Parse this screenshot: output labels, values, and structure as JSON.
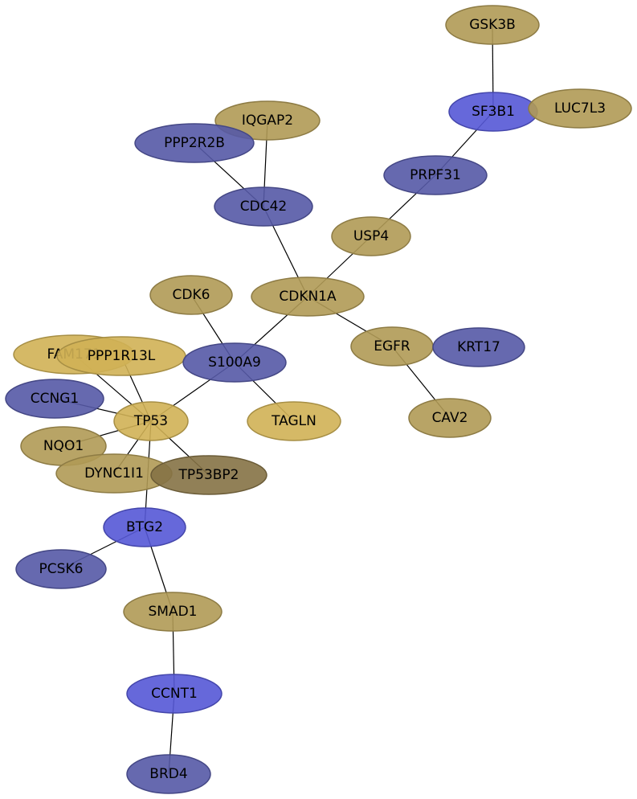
{
  "network": {
    "colors": {
      "tan": "#B09A55",
      "gold": "#D0B155",
      "darkblue": "#5559A6",
      "blue": "#5558D6",
      "olive": "#857245"
    },
    "nodes": [
      {
        "id": "GSK3B",
        "label": "GSK3B",
        "color": "tan"
      },
      {
        "id": "SF3B1",
        "label": "SF3B1",
        "color": "blue"
      },
      {
        "id": "LUC7L3",
        "label": "LUC7L3",
        "color": "tan"
      },
      {
        "id": "IQGAP2",
        "label": "IQGAP2",
        "color": "tan"
      },
      {
        "id": "PPP2R2B",
        "label": "PPP2R2B",
        "color": "darkblue"
      },
      {
        "id": "PRPF31",
        "label": "PRPF31",
        "color": "darkblue"
      },
      {
        "id": "CDC42",
        "label": "CDC42",
        "color": "darkblue"
      },
      {
        "id": "USP4",
        "label": "USP4",
        "color": "tan"
      },
      {
        "id": "CDK6",
        "label": "CDK6",
        "color": "tan"
      },
      {
        "id": "CDKN1A",
        "label": "CDKN1A",
        "color": "tan"
      },
      {
        "id": "FAM171",
        "label": "FAM171",
        "color": "gold"
      },
      {
        "id": "PPP1R13L",
        "label": "PPP1R13L",
        "color": "gold"
      },
      {
        "id": "S100A9",
        "label": "S100A9",
        "color": "darkblue"
      },
      {
        "id": "EGFR",
        "label": "EGFR",
        "color": "tan"
      },
      {
        "id": "KRT17",
        "label": "KRT17",
        "color": "darkblue"
      },
      {
        "id": "CCNG1",
        "label": "CCNG1",
        "color": "darkblue"
      },
      {
        "id": "TP53",
        "label": "TP53",
        "color": "gold"
      },
      {
        "id": "TAGLN",
        "label": "TAGLN",
        "color": "gold"
      },
      {
        "id": "CAV2",
        "label": "CAV2",
        "color": "tan"
      },
      {
        "id": "NQO1",
        "label": "NQO1",
        "color": "tan"
      },
      {
        "id": "DYNC1I1",
        "label": "DYNC1I1",
        "color": "tan"
      },
      {
        "id": "TP53BP2",
        "label": "TP53BP2",
        "color": "olive"
      },
      {
        "id": "BTG2",
        "label": "BTG2",
        "color": "blue"
      },
      {
        "id": "PCSK6",
        "label": "PCSK6",
        "color": "darkblue"
      },
      {
        "id": "SMAD1",
        "label": "SMAD1",
        "color": "tan"
      },
      {
        "id": "CCNT1",
        "label": "CCNT1",
        "color": "blue"
      },
      {
        "id": "BRD4",
        "label": "BRD4",
        "color": "darkblue"
      }
    ],
    "edges": [
      [
        "GSK3B",
        "SF3B1"
      ],
      [
        "SF3B1",
        "PRPF31"
      ],
      [
        "PRPF31",
        "USP4"
      ],
      [
        "USP4",
        "CDKN1A"
      ],
      [
        "IQGAP2",
        "CDC42"
      ],
      [
        "PPP2R2B",
        "CDC42"
      ],
      [
        "CDC42",
        "CDKN1A"
      ],
      [
        "CDK6",
        "S100A9"
      ],
      [
        "CDKN1A",
        "S100A9"
      ],
      [
        "CDKN1A",
        "EGFR"
      ],
      [
        "EGFR",
        "CAV2"
      ],
      [
        "S100A9",
        "TP53"
      ],
      [
        "S100A9",
        "TAGLN"
      ],
      [
        "FAM171",
        "TP53"
      ],
      [
        "PPP1R13L",
        "TP53"
      ],
      [
        "CCNG1",
        "TP53"
      ],
      [
        "NQO1",
        "TP53"
      ],
      [
        "DYNC1I1",
        "TP53"
      ],
      [
        "TP53BP2",
        "TP53"
      ],
      [
        "TP53",
        "BTG2"
      ],
      [
        "BTG2",
        "PCSK6"
      ],
      [
        "BTG2",
        "SMAD1"
      ],
      [
        "SMAD1",
        "CCNT1"
      ],
      [
        "CCNT1",
        "BRD4"
      ]
    ]
  }
}
